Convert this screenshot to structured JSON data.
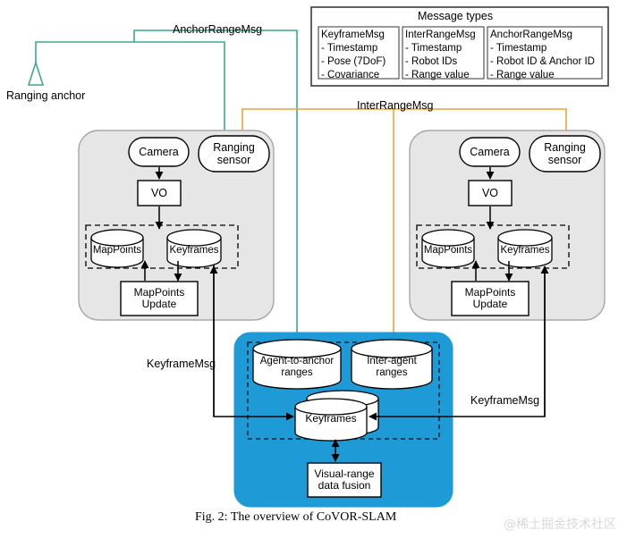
{
  "figure": {
    "caption": "Fig. 2: The overview of CoVOR-SLAM",
    "watermark": "@稀土掘金技术社区"
  },
  "colors": {
    "anchor_green": "#3da98b",
    "inter_orange": "#eda23c",
    "server_blue": "#1e9ad6",
    "agent_gray": "#e6e6e6",
    "arrow_black": "#000000"
  },
  "message_types": {
    "title": "Message types",
    "boxes": [
      {
        "name": "KeyframeMsg",
        "fields": "- Timestamp\n- Pose (7DoF)\n- Covariance"
      },
      {
        "name": "InterRangeMsg",
        "fields": "- Timestamp\n- Robot IDs\n- Range value"
      },
      {
        "name": "AnchorRangeMsg",
        "fields": "- Timestamp\n- Robot ID & Anchor ID\n- Range value"
      }
    ]
  },
  "anchor": {
    "label": "Ranging anchor"
  },
  "link_labels": {
    "anchor_range": "AnchorRangeMsg",
    "inter_range": "InterRangeMsg",
    "keyframe_left": "KeyframeMsg",
    "keyframe_right": "KeyframeMsg"
  },
  "agents": [
    {
      "id": "left",
      "camera": "Camera",
      "ranging_sensor": "Ranging\nsensor",
      "vo": "VO",
      "map_points": "MapPoints",
      "keyframes": "Keyframes",
      "map_points_update": "MapPoints\nUpdate"
    },
    {
      "id": "right",
      "camera": "Camera",
      "ranging_sensor": "Ranging\nsensor",
      "vo": "VO",
      "map_points": "MapPoints",
      "keyframes": "Keyframes",
      "map_points_update": "MapPoints\nUpdate"
    }
  ],
  "server": {
    "agent_to_anchor": "Agent-to-anchor\nranges",
    "inter_agent": "Inter-agent\nranges",
    "keyframes": "Keyframes",
    "fusion": "Visual-range\ndata fusion"
  }
}
